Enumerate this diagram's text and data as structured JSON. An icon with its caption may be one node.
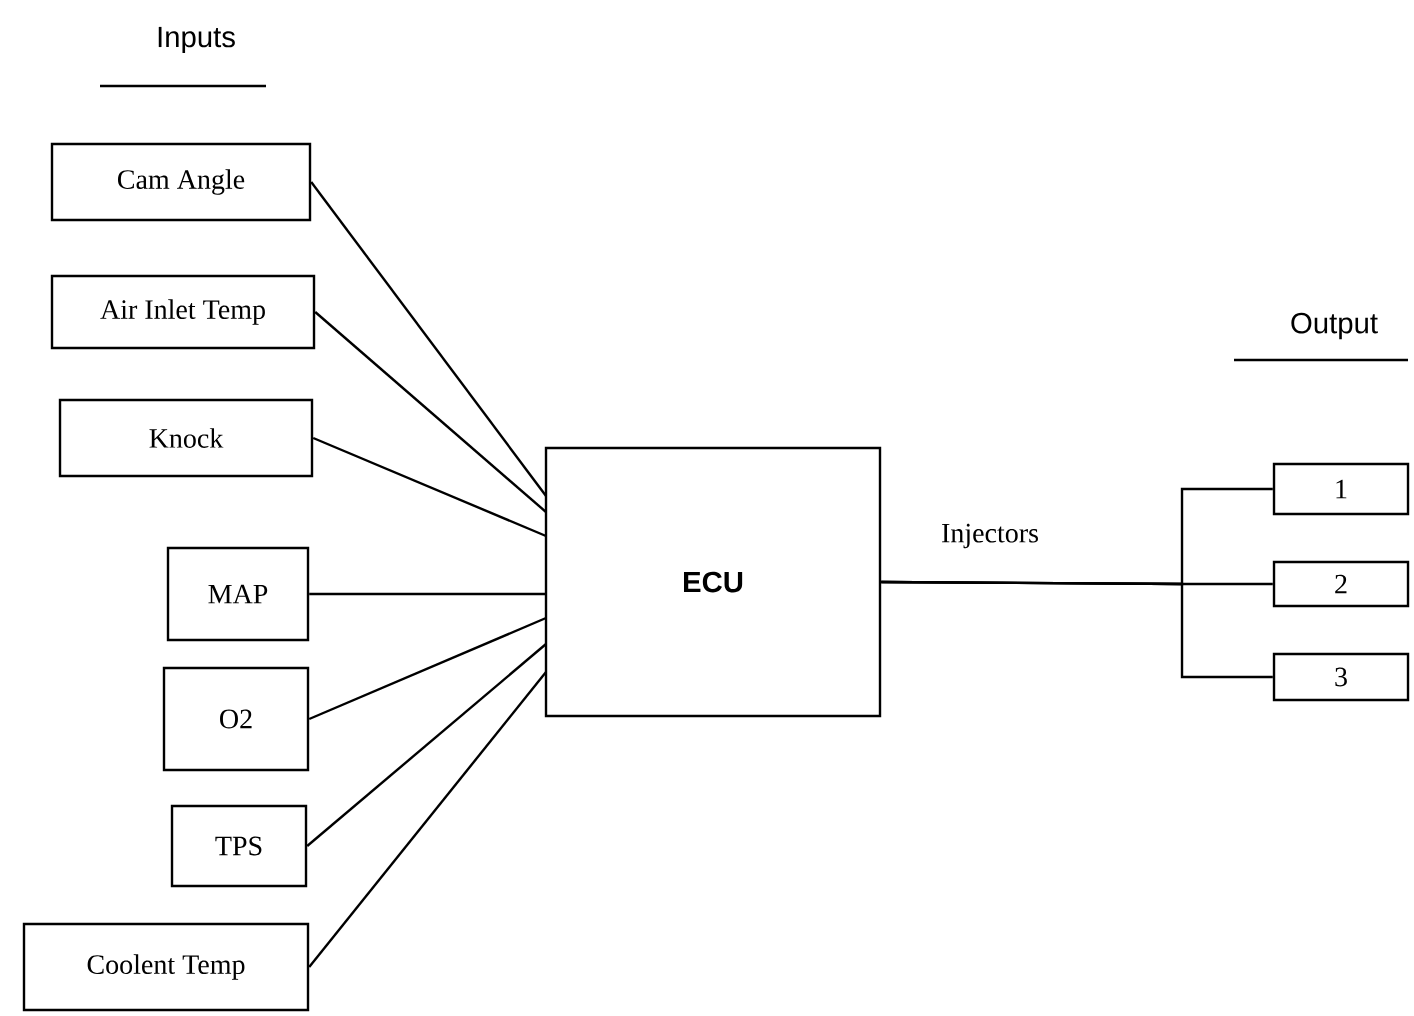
{
  "diagram": {
    "nodes": [
      {
        "text": [
          "Cam Angle"
        ]
      },
      {
        "text": [
          "Air Inlet Temp"
        ]
      },
      {
        "text": [
          "Knock"
        ]
      },
      {
        "text": [
          "MAP"
        ]
      },
      {
        "text": [
          "O2"
        ]
      },
      {
        "text": [
          "TPS"
        ]
      },
      {
        "text": [
          "Coolent Temp"
        ]
      },
      {
        "text": [
          "ECU"
        ]
      },
      {
        "text": [
          "1"
        ]
      },
      {
        "text": [
          "2"
        ]
      },
      {
        "text": [
          "3"
        ]
      }
    ],
    "edges": [
      {
        "from": 0,
        "to": 7,
        "arrow": "none"
      },
      {
        "from": 1,
        "to": 7,
        "arrow": "none"
      },
      {
        "from": 2,
        "to": 7,
        "arrow": "none"
      },
      {
        "from": 3,
        "to": 7,
        "arrow": "none"
      },
      {
        "from": 4,
        "to": 7,
        "arrow": "none"
      },
      {
        "from": 5,
        "to": 7,
        "arrow": "none"
      },
      {
        "from": 6,
        "to": 7,
        "arrow": "none"
      },
      {
        "from": 7,
        "to": 8,
        "arrow": "none"
      },
      {
        "from": 7,
        "to": 9,
        "arrow": "none",
        "label": "Injectors"
      },
      {
        "from": 7,
        "to": 10,
        "arrow": "none"
      }
    ],
    "labels": [
      "Inputs",
      "Output"
    ]
  }
}
